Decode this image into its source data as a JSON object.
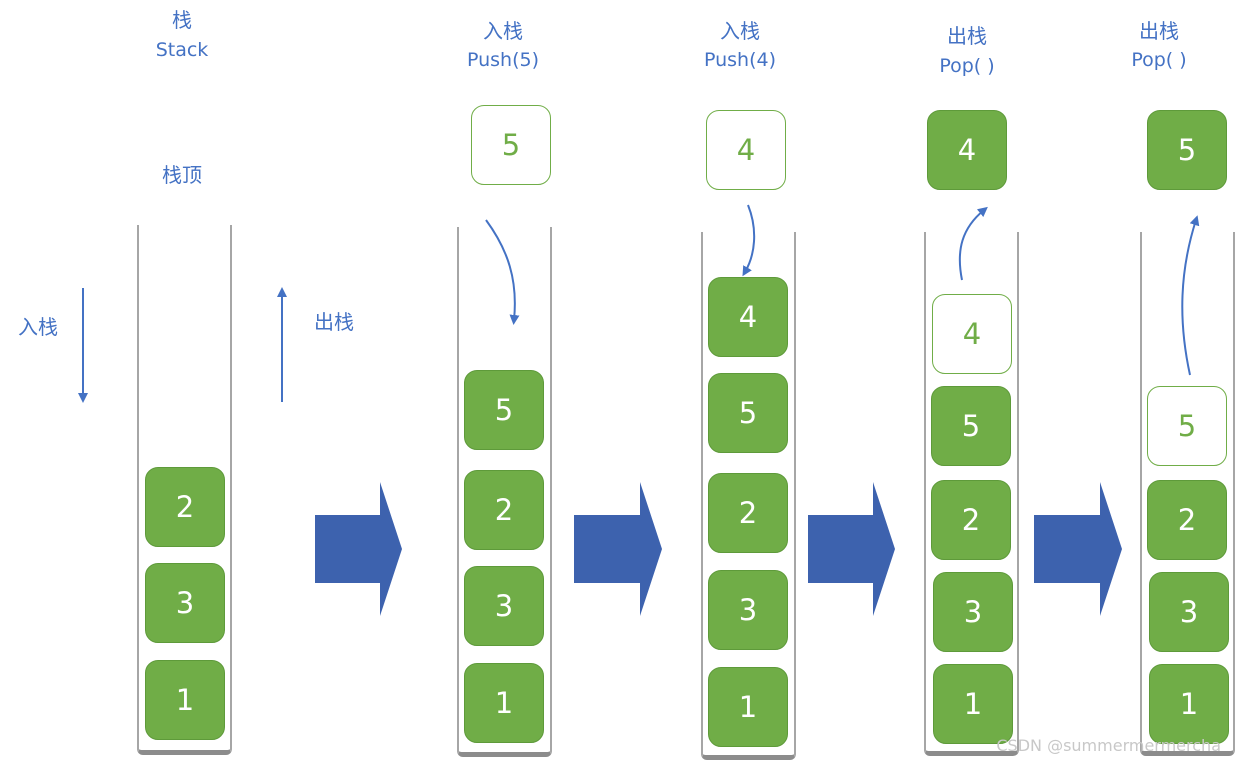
{
  "diagram": {
    "panel_stack": {
      "title_cn": "栈",
      "title_en": "Stack",
      "top_label": "栈顶",
      "push_label": "入栈",
      "pop_label": "出栈",
      "boxes": [
        "2",
        "3",
        "1"
      ]
    },
    "panel_push5": {
      "title_cn": "入栈",
      "title_en": "Push(5)",
      "incoming": "5",
      "boxes": [
        "5",
        "2",
        "3",
        "1"
      ]
    },
    "panel_push4": {
      "title_cn": "入栈",
      "title_en": "Push(4)",
      "incoming": "4",
      "boxes": [
        "4",
        "5",
        "2",
        "3",
        "1"
      ]
    },
    "panel_pop4": {
      "title_cn": "出栈",
      "title_en": "Pop( )",
      "outgoing": "4",
      "ghost": "4",
      "boxes": [
        "5",
        "2",
        "3",
        "1"
      ]
    },
    "panel_pop5": {
      "title_cn": "出栈",
      "title_en": "Pop( )",
      "outgoing": "5",
      "ghost": "5",
      "boxes": [
        "2",
        "3",
        "1"
      ]
    },
    "colors": {
      "box_fill": "#70AD47",
      "label": "#4472C4",
      "big_arrow": "#3D62AE",
      "tube": "#a6a6a6"
    }
  },
  "watermark": "CSDN @summermermercha"
}
